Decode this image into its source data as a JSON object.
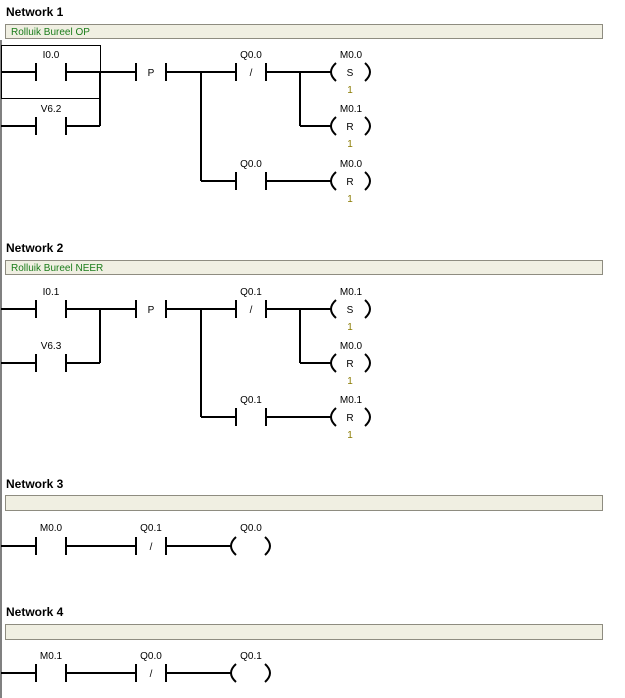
{
  "networks": [
    {
      "title": "Network 1",
      "comment": "Rolluik Bureel OP",
      "rungs": [
        {
          "contact1": "I0.0",
          "contact2": "V6.2",
          "edge": "P",
          "nc1": "Q0.0",
          "nc1_sym": "/",
          "coil1": "M0.0",
          "coil1_type": "S",
          "coil1_n": "1",
          "coil2": "M0.1",
          "coil2_type": "R",
          "coil2_n": "1",
          "no2": "Q0.0",
          "coil3": "M0.0",
          "coil3_type": "R",
          "coil3_n": "1"
        }
      ]
    },
    {
      "title": "Network 2",
      "comment": "Rolluik Bureel NEER",
      "rungs": [
        {
          "contact1": "I0.1",
          "contact2": "V6.3",
          "edge": "P",
          "nc1": "Q0.1",
          "nc1_sym": "/",
          "coil1": "M0.1",
          "coil1_type": "S",
          "coil1_n": "1",
          "coil2": "M0.0",
          "coil2_type": "R",
          "coil2_n": "1",
          "no2": "Q0.1",
          "coil3": "M0.1",
          "coil3_type": "R",
          "coil3_n": "1"
        }
      ]
    },
    {
      "title": "Network 3",
      "comment": "",
      "rungs": [
        {
          "contact1": "M0.0",
          "nc1": "Q0.1",
          "nc1_sym": "/",
          "coil1": "Q0.0"
        }
      ]
    },
    {
      "title": "Network 4",
      "comment": "",
      "rungs": [
        {
          "contact1": "M0.1",
          "nc1": "Q0.0",
          "nc1_sym": "/",
          "coil1": "Q0.1"
        }
      ]
    }
  ]
}
